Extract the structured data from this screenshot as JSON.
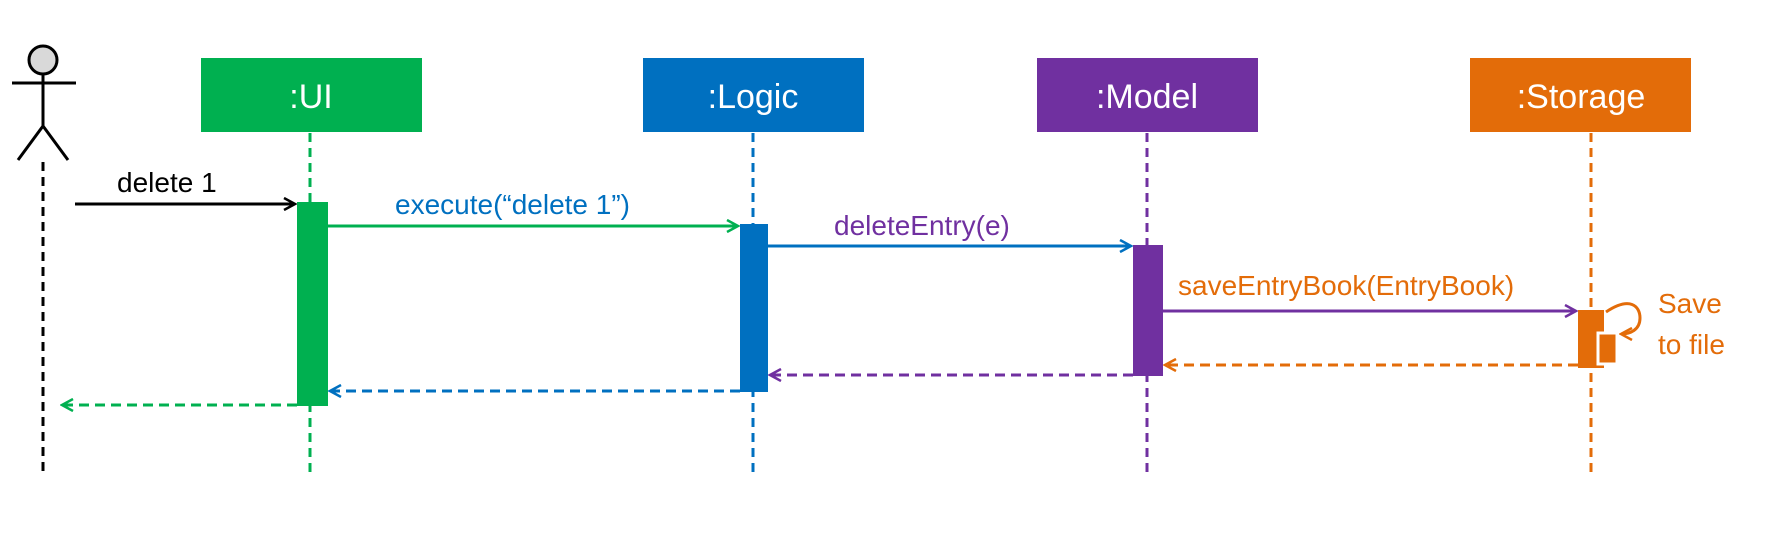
{
  "participants": {
    "ui": {
      "name": ":UI",
      "color": "#00b050"
    },
    "logic": {
      "name": ":Logic",
      "color": "#0070c0"
    },
    "model": {
      "name": ":Model",
      "color": "#7030a0"
    },
    "storage": {
      "name": ":Storage",
      "color": "#e36c09"
    }
  },
  "actor": {
    "color": "#000000"
  },
  "messages": {
    "user_to_ui": "delete 1",
    "ui_to_logic": "execute(“delete 1”)",
    "logic_to_model": "deleteEntry(e)",
    "model_to_storage": "saveEntryBook(EntryBook)"
  },
  "notes": {
    "storage_self_line1": "Save",
    "storage_self_line2": "to file"
  }
}
